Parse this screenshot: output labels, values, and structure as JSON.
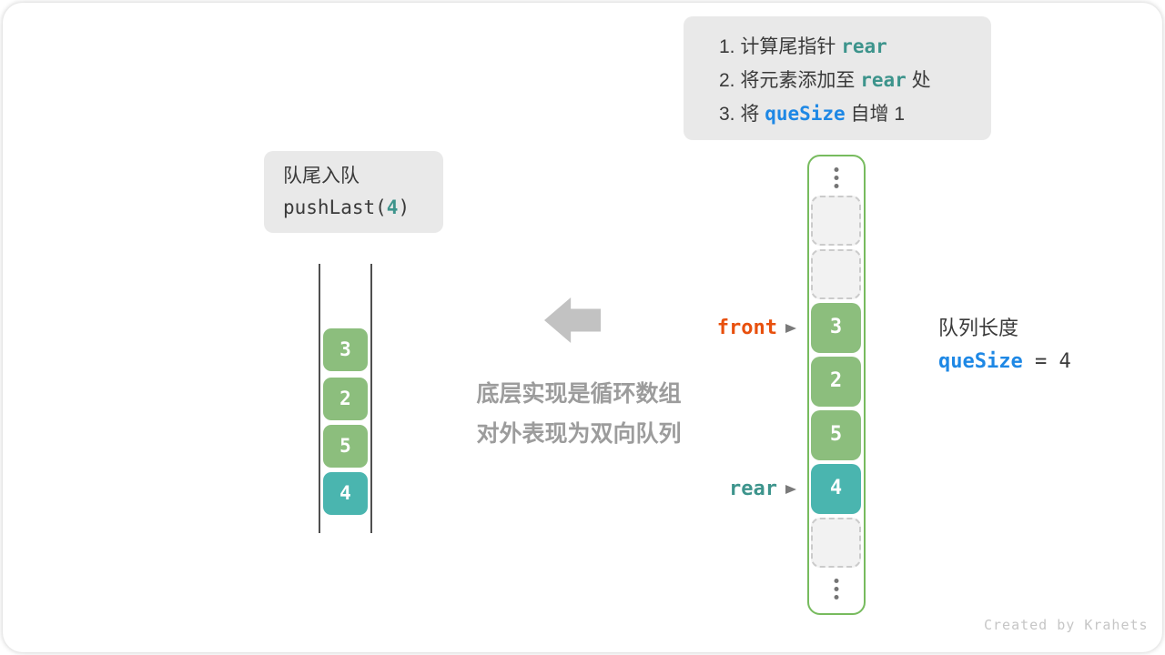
{
  "colors": {
    "box_bg": "#E9E9E9",
    "text_dark": "#3A3A3A",
    "code_teal": "#3D948C",
    "code_blue": "#1E88E5",
    "front_orange": "#E8500D",
    "cell_green": "#8CBE7D",
    "cell_teal": "#4AB5AF",
    "array_border_green": "#77BB5E",
    "empty_cell_bg": "#F2F2F2",
    "empty_cell_border": "#CBCBCB",
    "note_gray": "#9C9C9C",
    "arrow_gray": "#C2C2C2",
    "watermark_gray": "#C6C6C6"
  },
  "instruction_box": {
    "lines": [
      {
        "pre": "1. 计算尾指针 ",
        "code": "rear",
        "post": ""
      },
      {
        "pre": "2. 将元素添加至 ",
        "code": "rear",
        "post": " 处"
      },
      {
        "pre": "3. 将 ",
        "code": "queSize",
        "post": " 自增 1"
      }
    ]
  },
  "op_box": {
    "title": "队尾入队",
    "code_pre": "pushLast(",
    "code_arg": "4",
    "code_post": ")"
  },
  "left_array": {
    "cells": [
      {
        "value": "3",
        "state": "filled"
      },
      {
        "value": "2",
        "state": "filled"
      },
      {
        "value": "5",
        "state": "filled"
      },
      {
        "value": "4",
        "state": "new"
      }
    ]
  },
  "middle_note": {
    "line1": "底层实现是循环数组",
    "line2": "对外表现为双向队列"
  },
  "right_array": {
    "front_label": "front",
    "rear_label": "rear",
    "cells": [
      {
        "value": "",
        "state": "empty"
      },
      {
        "value": "",
        "state": "empty"
      },
      {
        "value": "3",
        "state": "filled"
      },
      {
        "value": "2",
        "state": "filled"
      },
      {
        "value": "5",
        "state": "filled"
      },
      {
        "value": "4",
        "state": "new"
      },
      {
        "value": "",
        "state": "empty"
      }
    ]
  },
  "queue_info": {
    "label": "队列长度",
    "code": "queSize",
    "rest": " = 4"
  },
  "watermark": "Created by Krahets"
}
